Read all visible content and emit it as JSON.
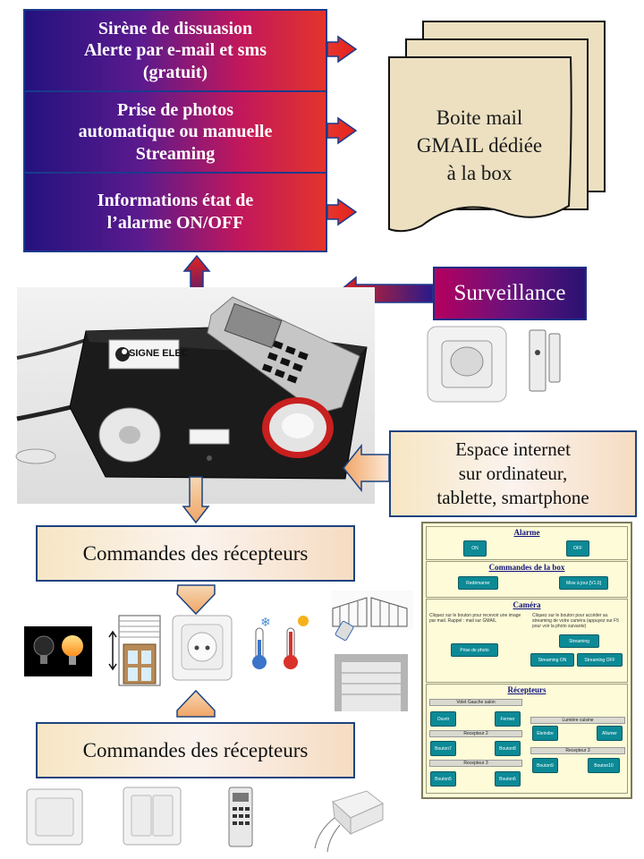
{
  "features": [
    {
      "lines": [
        "Sirène de dissuasion",
        "Alerte par e-mail et sms",
        "(gratuit)"
      ]
    },
    {
      "lines": [
        "Prise de photos",
        "automatique ou manuelle",
        "Streaming"
      ]
    },
    {
      "lines": [
        "Informations état de",
        "l’alarme ON/OFF"
      ]
    }
  ],
  "mailbox": {
    "lines": [
      "Boite mail",
      "GMAIL dédiée",
      "à la box"
    ]
  },
  "surveillance_label": "Surveillance",
  "device_label": "SIGNE ELEC",
  "internet": {
    "lines": [
      "Espace internet",
      "sur  ordinateur,",
      "tablette, smartphone"
    ]
  },
  "receivers_top": "Commandes des récepteurs",
  "receivers_bottom": "Commandes des récepteurs",
  "web": {
    "alarm": {
      "title": "Alarme",
      "on": "ON",
      "off": "OFF"
    },
    "box": {
      "title": "Commandes de la box",
      "restart": "Redémarrer",
      "update": "Mise à jour [V1.0]"
    },
    "camera": {
      "title": "Caméra",
      "left_text": "Cliquez sur le bouton pour recevoir une image par mail. Rappel : mail sur GMAIL",
      "right_text": "Cliquez sur le bouton pour accéder au streaming de votre caméra (appuyez sur F5 pour voir la photo suivante)",
      "photo": "Prise de photo",
      "streaming": "Streaming",
      "stream_on": "Streaming ON",
      "stream_off": "Streaming OFF"
    },
    "receivers": {
      "title": "Récepteurs",
      "group1": "Volet Gauche salon",
      "open": "Ouvrir",
      "close": "Fermer",
      "group2": "Recepteur 2",
      "b7": "Bouton7",
      "b8": "Bouton8",
      "group3": "Recepteur 3",
      "b5": "Bouton5",
      "b6": "Bouton6",
      "group4": "Lumière cuisine",
      "off": "Eteindre",
      "on": "Allumer",
      "group5": "Recepteur 3",
      "b9": "Bouton9",
      "b10": "Bouton10"
    }
  },
  "colors": {
    "feature_start": "#23127e",
    "feature_end": "#e3342c",
    "arrow_red": "#e52420",
    "box_border": "#1d4380",
    "web_bg": "#fdfbd8",
    "teal_button": "#0c8a96"
  }
}
